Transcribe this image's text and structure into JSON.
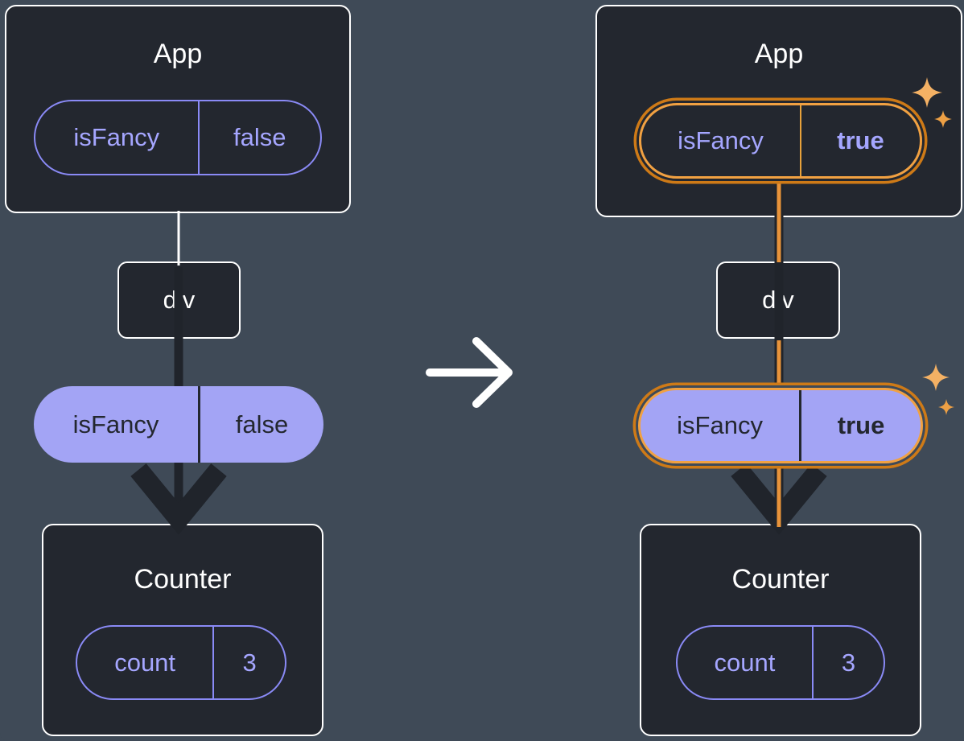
{
  "palette": {
    "background": "#3F4A57",
    "card_background": "#23272F",
    "card_border": "#FFFFFF",
    "purple_border": "#8A8AF6",
    "purple_text": "#A5A6FF",
    "pill_fill": "#A3A4F5",
    "dark_text": "#23272F",
    "highlight_orange": "#F1A142",
    "highlight_orange_dark": "#CE7A17",
    "sparkle_orange": "#F4B164",
    "connector_dark": "#20242B",
    "connector_white": "#FFFFFF"
  },
  "icons": {
    "sparkle": "✦",
    "transition_arrow": "→"
  },
  "before": {
    "app": {
      "title": "App",
      "prop": {
        "name": "isFancy",
        "value": "false"
      }
    },
    "container": {
      "label": "div"
    },
    "passed_prop": {
      "name": "isFancy",
      "value": "false"
    },
    "counter": {
      "title": "Counter",
      "state": {
        "name": "count",
        "value": "3"
      }
    }
  },
  "after": {
    "app": {
      "title": "App",
      "prop": {
        "name": "isFancy",
        "value": "true"
      }
    },
    "container": {
      "label": "div"
    },
    "passed_prop": {
      "name": "isFancy",
      "value": "true"
    },
    "counter": {
      "title": "Counter",
      "state": {
        "name": "count",
        "value": "3"
      }
    }
  }
}
